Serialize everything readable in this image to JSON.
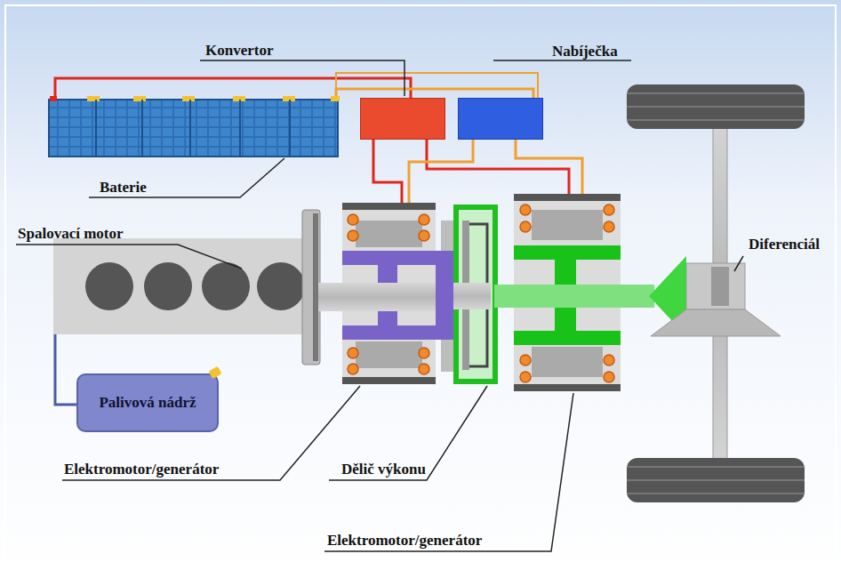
{
  "diagram": {
    "nodes": [
      {
        "text": [
          "Konvertor"
        ]
      },
      {
        "text": [
          "Nabíječka"
        ]
      },
      {
        "text": [
          "Palivová nádrž"
        ]
      }
    ],
    "labels": [
      "Baterie",
      "Spalovací motor",
      "Elektromotor/generátor",
      "Dělič výkonu",
      "Elektromotor/generátor",
      "Diferenciál"
    ]
  }
}
